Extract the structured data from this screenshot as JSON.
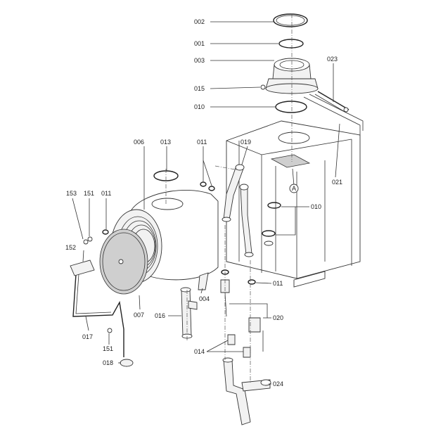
{
  "labels": {
    "p002": "002",
    "p001": "001",
    "p003": "003",
    "p015": "015",
    "p010a": "010",
    "p023": "023",
    "p006": "006",
    "p013": "013",
    "p011a": "011",
    "p019": "019",
    "p021": "021",
    "p153": "153",
    "p151a": "151",
    "p011b": "011",
    "p010b": "010",
    "p152": "152",
    "p007": "007",
    "p016": "016",
    "p004": "004",
    "p011c": "011",
    "p020": "020",
    "p017": "017",
    "p014": "014",
    "p151b": "151",
    "p018": "018",
    "p024": "024",
    "callout_a": "A"
  }
}
